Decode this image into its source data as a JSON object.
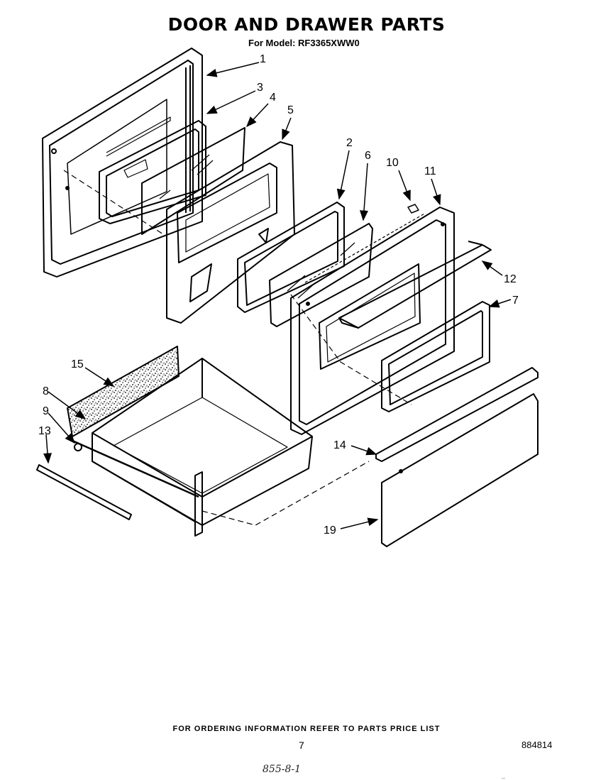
{
  "title": "DOOR AND DRAWER PARTS",
  "subtitle": "For Model: RF3365XWW0",
  "footer": "FOR ORDERING INFORMATION REFER TO PARTS PRICE LIST",
  "page_number": "7",
  "document_number": "884814",
  "handwritten_note": "855-8-1",
  "stray_mark": "..",
  "callouts": [
    {
      "id": "c1",
      "label": "1"
    },
    {
      "id": "c3",
      "label": "3"
    },
    {
      "id": "c4",
      "label": "4"
    },
    {
      "id": "c5",
      "label": "5"
    },
    {
      "id": "c2",
      "label": "2"
    },
    {
      "id": "c6",
      "label": "6"
    },
    {
      "id": "c10",
      "label": "10"
    },
    {
      "id": "c11",
      "label": "11"
    },
    {
      "id": "c12",
      "label": "12"
    },
    {
      "id": "c7",
      "label": "7"
    },
    {
      "id": "c15",
      "label": "15"
    },
    {
      "id": "c8",
      "label": "8"
    },
    {
      "id": "c9",
      "label": "9"
    },
    {
      "id": "c13",
      "label": "13"
    },
    {
      "id": "c14",
      "label": "14"
    },
    {
      "id": "c19",
      "label": "19"
    }
  ]
}
